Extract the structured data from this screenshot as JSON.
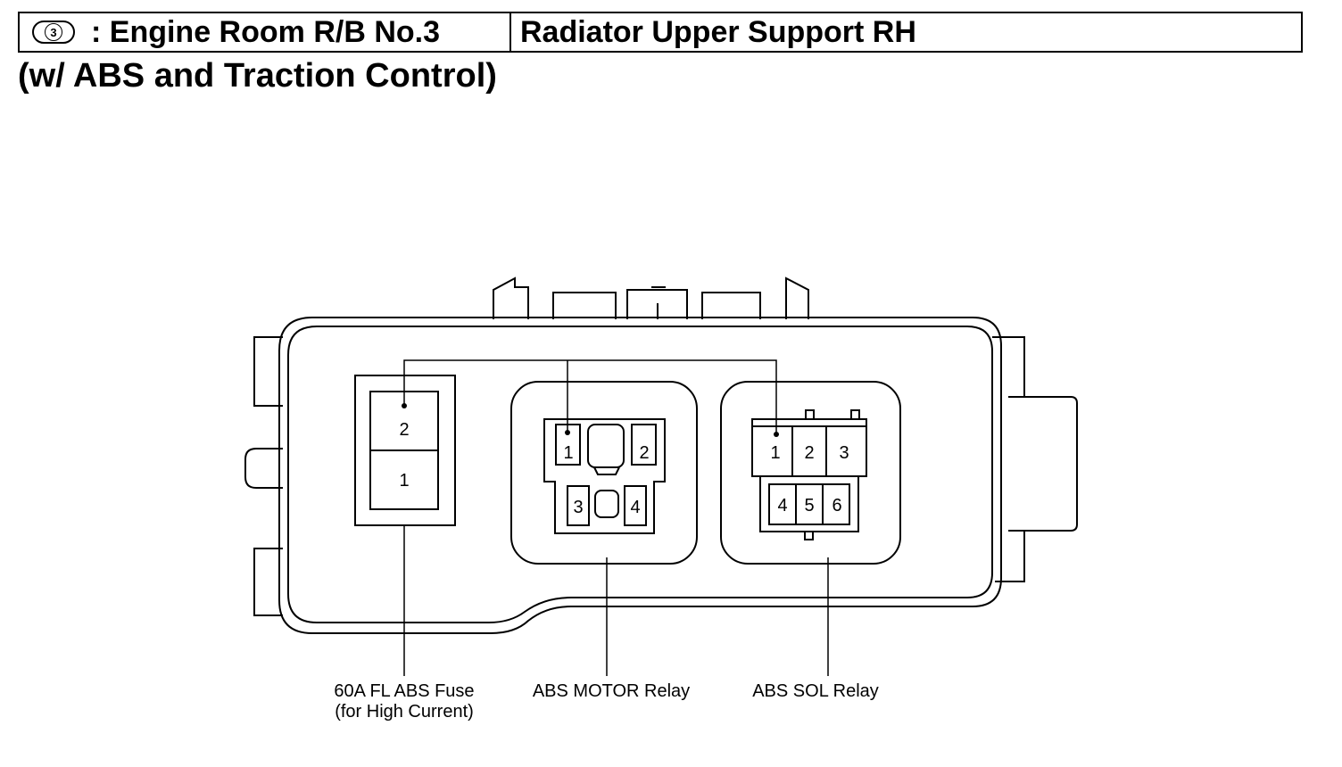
{
  "header": {
    "code": "3",
    "location_name": ": Engine Room R/B No.3",
    "mount_location": "Radiator Upper Support RH"
  },
  "subtitle": "(w/ ABS and Traction Control)",
  "fuse": {
    "pins": [
      "2",
      "1"
    ],
    "label_line1": "60A FL ABS Fuse",
    "label_line2": "(for High Current)"
  },
  "motor_relay": {
    "pins": [
      "1",
      "2",
      "3",
      "4"
    ],
    "label": "ABS MOTOR Relay"
  },
  "sol_relay": {
    "pins": [
      "1",
      "2",
      "3",
      "4",
      "5",
      "6"
    ],
    "label": "ABS SOL Relay"
  }
}
